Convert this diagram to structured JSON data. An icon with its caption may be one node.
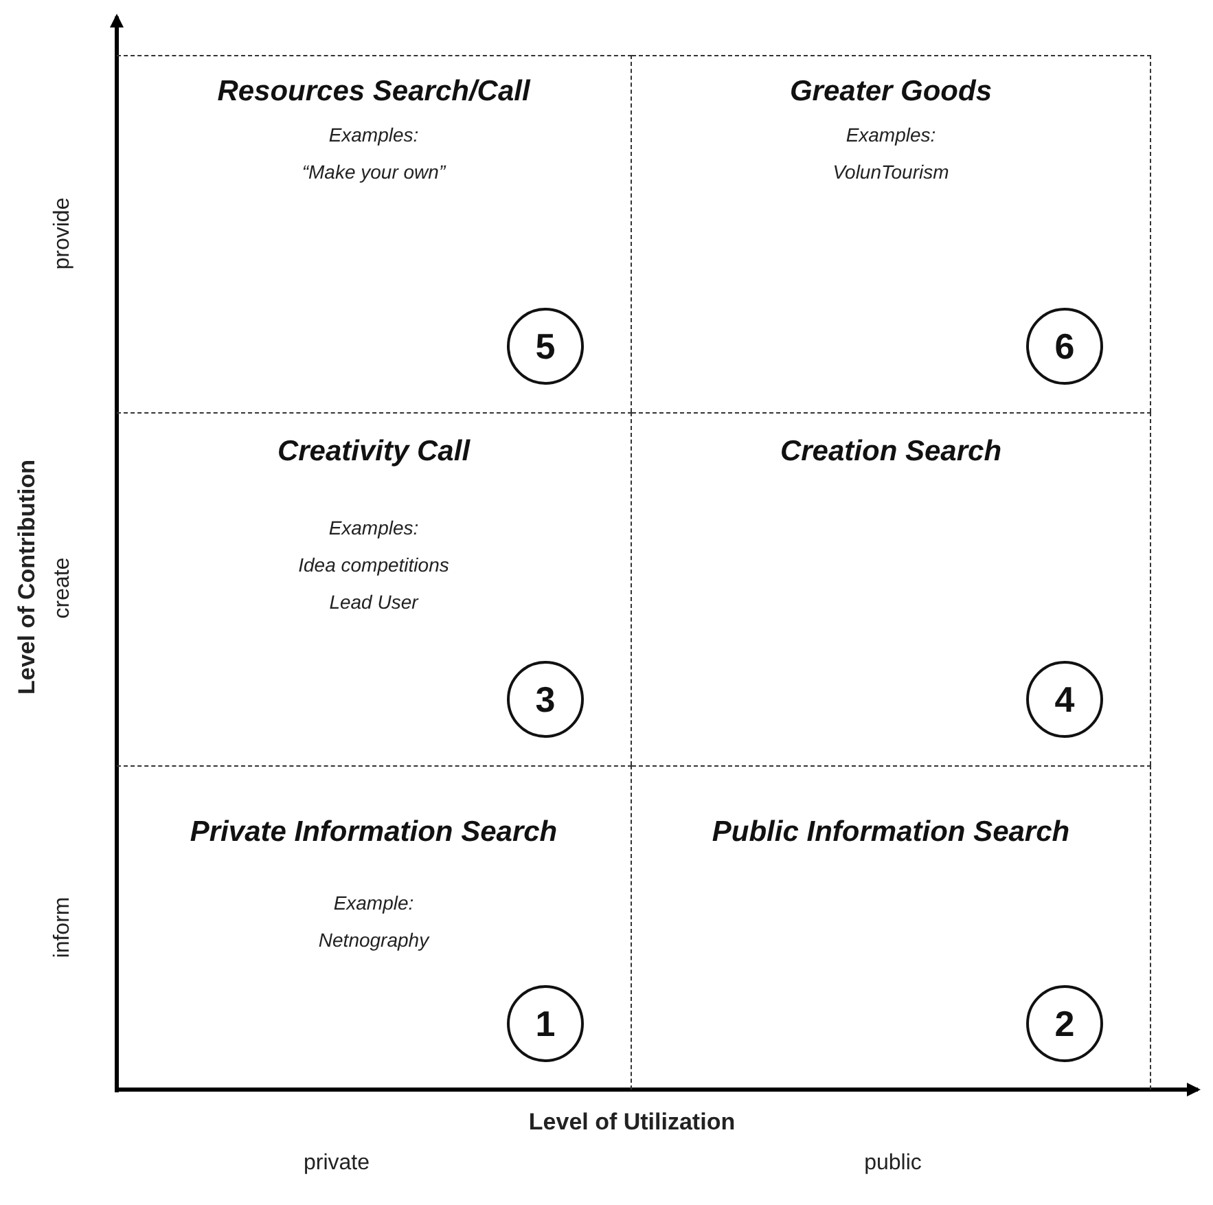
{
  "diagram": {
    "nodes": [
      {
        "text": [
          "Resources Search/Call",
          "Examples:",
          "“Make your own”"
        ]
      },
      {
        "text": [
          "5"
        ],
        "in": 0
      },
      {
        "text": [
          "Greater Goods",
          "Examples:",
          "VolunTourism"
        ]
      },
      {
        "text": [
          "6"
        ],
        "in": 2
      },
      {
        "text": [
          "Creativity Call",
          "Examples:",
          "Idea competitions",
          "Lead User"
        ]
      },
      {
        "text": [
          "3"
        ],
        "in": 4
      },
      {
        "text": [
          "Creation Search"
        ]
      },
      {
        "text": [
          "4"
        ],
        "in": 6
      },
      {
        "text": [
          "Private Information Search",
          "Example:",
          "Netnography"
        ]
      },
      {
        "text": [
          "1"
        ],
        "in": 8
      },
      {
        "text": [
          "Public Information Search"
        ]
      },
      {
        "text": [
          "2"
        ],
        "in": 10
      }
    ],
    "labels": [
      "Level of Contribution",
      "provide",
      "create",
      "inform",
      "Level of Utilization",
      "private",
      "public"
    ]
  }
}
